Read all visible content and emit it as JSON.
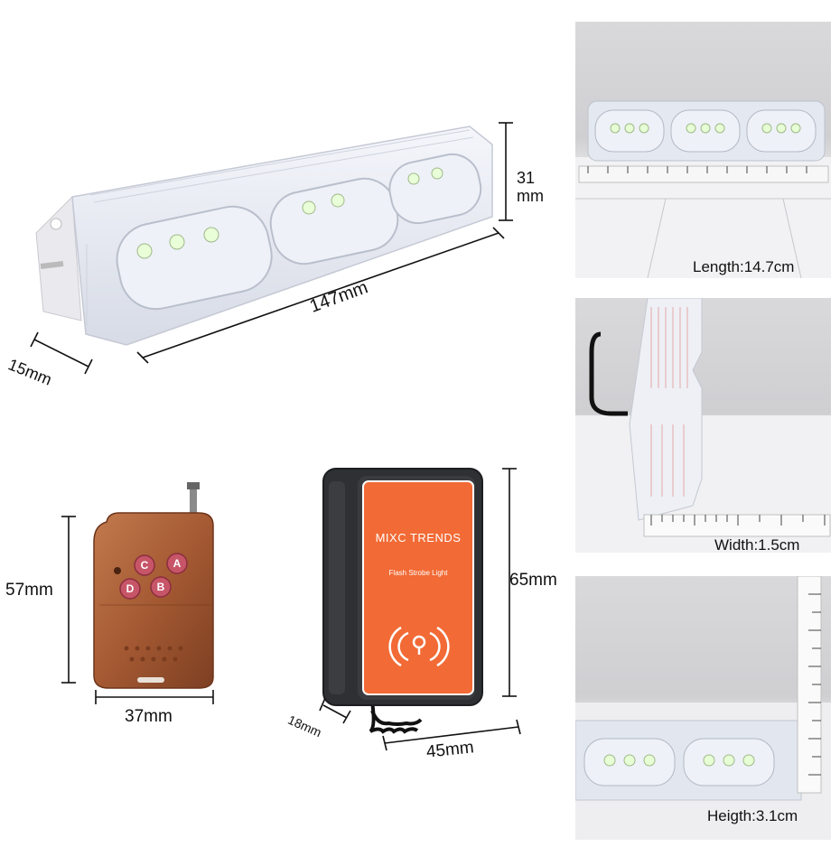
{
  "main_light": {
    "height_label": "31\nmm",
    "length_label": "147mm",
    "depth_label": "15mm"
  },
  "remote": {
    "height_label": "57mm",
    "width_label": "37mm",
    "buttons": [
      "C",
      "A",
      "D",
      "B"
    ]
  },
  "controller": {
    "brand": "MIXC TRENDS",
    "subtitle": "Flash Strobe Light",
    "height_label": "65mm",
    "width_label": "45mm",
    "depth_label": "18mm"
  },
  "photos": [
    {
      "caption": "Length:14.7cm"
    },
    {
      "caption": "Width:1.5cm"
    },
    {
      "caption": "Heigth:3.1cm"
    }
  ],
  "colors": {
    "controller_orange": "#f26a35",
    "remote_wood": "#a55a33",
    "remote_button": "#c75568"
  }
}
